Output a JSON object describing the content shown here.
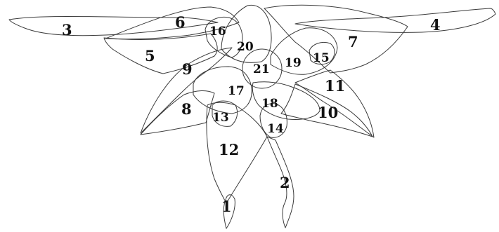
{
  "diagram": {
    "regions": [
      {
        "id": "1",
        "label": "1"
      },
      {
        "id": "2",
        "label": "2"
      },
      {
        "id": "3",
        "label": "3"
      },
      {
        "id": "4",
        "label": "4"
      },
      {
        "id": "5",
        "label": "5"
      },
      {
        "id": "6",
        "label": "6"
      },
      {
        "id": "7",
        "label": "7"
      },
      {
        "id": "8",
        "label": "8"
      },
      {
        "id": "9",
        "label": "9"
      },
      {
        "id": "10",
        "label": "10"
      },
      {
        "id": "11",
        "label": "11"
      },
      {
        "id": "12",
        "label": "12"
      },
      {
        "id": "13",
        "label": "13"
      },
      {
        "id": "14",
        "label": "14"
      },
      {
        "id": "15",
        "label": "15"
      },
      {
        "id": "16",
        "label": "16"
      },
      {
        "id": "17",
        "label": "17"
      },
      {
        "id": "18",
        "label": "18"
      },
      {
        "id": "19",
        "label": "19"
      },
      {
        "id": "20",
        "label": "20"
      },
      {
        "id": "21",
        "label": "21"
      }
    ]
  }
}
